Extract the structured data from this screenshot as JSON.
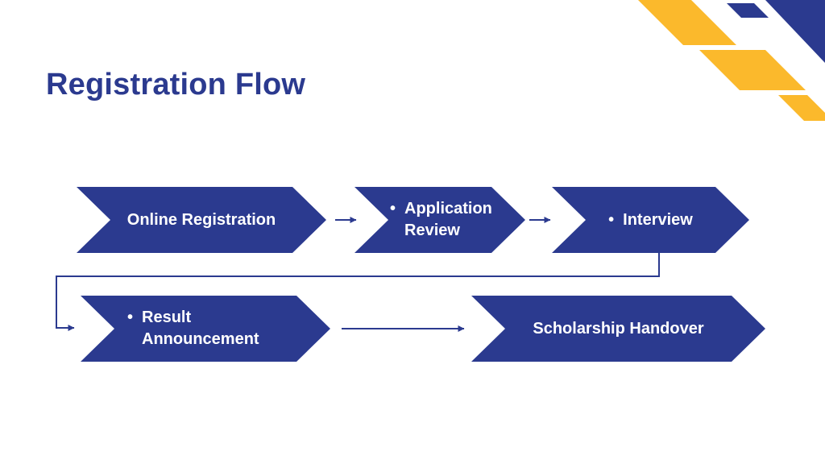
{
  "slide": {
    "title": "Registration Flow"
  },
  "flow": {
    "steps": [
      {
        "name": "online-registration",
        "label": "Online Registration",
        "bullet": ""
      },
      {
        "name": "application-review",
        "label": "Application Review",
        "bullet": "•"
      },
      {
        "name": "interview",
        "label": "Interview",
        "bullet": "•"
      },
      {
        "name": "result-announcement",
        "label": "Result Announcement",
        "bullet": "•"
      },
      {
        "name": "scholarship-handover",
        "label": "Scholarship Handover",
        "bullet": ""
      }
    ],
    "connections": [
      {
        "from": "online-registration",
        "to": "application-review",
        "type": "straight-arrow"
      },
      {
        "from": "application-review",
        "to": "interview",
        "type": "straight-arrow"
      },
      {
        "from": "interview",
        "to": "result-announcement",
        "type": "elbow-arrow"
      },
      {
        "from": "result-announcement",
        "to": "scholarship-handover",
        "type": "straight-arrow"
      }
    ]
  },
  "colors": {
    "primary_blue": "#2B3A8F",
    "accent_yellow": "#FBB92C",
    "background": "#FFFFFF",
    "step_text": "#FFFFFF"
  }
}
